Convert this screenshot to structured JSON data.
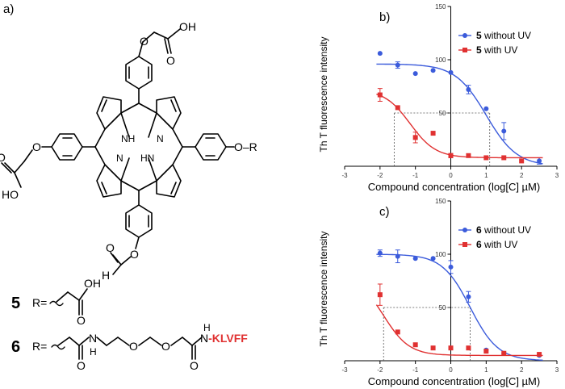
{
  "figure": {
    "panel_a_label": "a)",
    "molecule": {
      "oh_group": "OH",
      "o_label": "O",
      "ho_group": "HO",
      "h_label": "H",
      "nh_label": "NH",
      "hn_label": "HN",
      "n_label": "N",
      "o_r_label": "O–R",
      "compound_5_number": "5",
      "compound_6_number": "6",
      "r_equals": "R=",
      "oh_label": "OH",
      "peptide_prefix": "H",
      "peptide_label": "N-KLVFF",
      "peptide_h": "H",
      "peptide_n": "N",
      "peptide_o1": "O",
      "peptide_o2": "O",
      "n_h": "N",
      "h_under": "H"
    }
  },
  "chart_data": [
    {
      "type": "scatter",
      "panel_label": "b)",
      "xlabel": "Compound concentration (log[C] µM)",
      "ylabel": "Th T fluorescence intensity",
      "xlim": [
        -3,
        3
      ],
      "ylim": [
        0,
        150
      ],
      "x_ticks": [
        -3,
        -2,
        -1,
        0,
        1,
        2,
        3
      ],
      "y_ticks": [
        50,
        100,
        150
      ],
      "grid": false,
      "legend_position": "top-right",
      "series": [
        {
          "name_bold": "5",
          "name_rest": " without UV",
          "color": "#3b5bdb",
          "marker": "circle",
          "points": [
            {
              "x": -2.0,
              "y": 106,
              "err": 0
            },
            {
              "x": -1.5,
              "y": 95,
              "err": 3
            },
            {
              "x": -1.0,
              "y": 87,
              "err": 0
            },
            {
              "x": -0.5,
              "y": 90,
              "err": 0
            },
            {
              "x": 0.0,
              "y": 88,
              "err": 0
            },
            {
              "x": 0.5,
              "y": 72,
              "err": 4
            },
            {
              "x": 1.0,
              "y": 54,
              "err": 0
            },
            {
              "x": 1.5,
              "y": 33,
              "err": 8
            },
            {
              "x": 2.5,
              "y": 5,
              "err": 3
            }
          ],
          "curve": {
            "top": 96,
            "bottom": 0,
            "logIC50": 1.0,
            "hill": 1.0
          }
        },
        {
          "name_bold": "5",
          "name_rest": " with UV",
          "color": "#e03131",
          "marker": "square",
          "points": [
            {
              "x": -2.0,
              "y": 67,
              "err": 6
            },
            {
              "x": -1.5,
              "y": 55,
              "err": 0
            },
            {
              "x": -1.0,
              "y": 27,
              "err": 5
            },
            {
              "x": -0.5,
              "y": 31,
              "err": 0
            },
            {
              "x": 0.0,
              "y": 10,
              "err": 2
            },
            {
              "x": 0.5,
              "y": 10,
              "err": 0
            },
            {
              "x": 1.0,
              "y": 8,
              "err": 0
            },
            {
              "x": 1.5,
              "y": 8,
              "err": 0
            },
            {
              "x": 2.0,
              "y": 5,
              "err": 0
            }
          ],
          "curve": {
            "top": 72,
            "bottom": 8,
            "logIC50": -1.15,
            "hill": 1.2
          }
        }
      ],
      "annotations": {
        "ic50_y": 50,
        "ic50_x_left": -1.6,
        "ic50_x_right": 1.1
      }
    },
    {
      "type": "scatter",
      "panel_label": "c)",
      "xlabel": "Compound concentration (log[C] µM)",
      "ylabel": "Th T fluorescence intensity",
      "xlim": [
        -3,
        3
      ],
      "ylim": [
        0,
        150
      ],
      "x_ticks": [
        -3,
        -2,
        -1,
        0,
        1,
        2,
        3
      ],
      "y_ticks": [
        50,
        100,
        150
      ],
      "grid": false,
      "legend_position": "top-right",
      "series": [
        {
          "name_bold": "6",
          "name_rest": " without UV",
          "color": "#3b5bdb",
          "marker": "circle",
          "points": [
            {
              "x": -2.0,
              "y": 101,
              "err": 3
            },
            {
              "x": -1.5,
              "y": 98,
              "err": 6
            },
            {
              "x": -1.0,
              "y": 96,
              "err": 0
            },
            {
              "x": -0.5,
              "y": 96,
              "err": 0
            },
            {
              "x": 0.0,
              "y": 88,
              "err": 6
            },
            {
              "x": 0.5,
              "y": 60,
              "err": 5
            },
            {
              "x": 1.0,
              "y": 10,
              "err": 0
            },
            {
              "x": 1.5,
              "y": 7,
              "err": 0
            },
            {
              "x": 2.5,
              "y": 5,
              "err": 0
            }
          ],
          "curve": {
            "top": 100,
            "bottom": 0,
            "logIC50": 0.55,
            "hill": 1.1
          }
        },
        {
          "name_bold": "6",
          "name_rest": " with UV",
          "color": "#e03131",
          "marker": "square",
          "points": [
            {
              "x": -2.0,
              "y": 62,
              "err": 10
            },
            {
              "x": -1.5,
              "y": 27,
              "err": 0
            },
            {
              "x": -1.0,
              "y": 15,
              "err": 0
            },
            {
              "x": -0.5,
              "y": 12,
              "err": 0
            },
            {
              "x": 0.0,
              "y": 12,
              "err": 0
            },
            {
              "x": 0.5,
              "y": 12,
              "err": 0
            },
            {
              "x": 1.0,
              "y": 9,
              "err": 0
            },
            {
              "x": 1.5,
              "y": 7,
              "err": 0
            },
            {
              "x": 2.5,
              "y": 6,
              "err": 0
            }
          ],
          "curve": {
            "top": 80,
            "bottom": 5,
            "logIC50": -1.9,
            "hill": 1.2
          }
        }
      ],
      "annotations": {
        "ic50_y": 50,
        "ic50_x_left": -1.9,
        "ic50_x_right": 0.55
      }
    }
  ]
}
